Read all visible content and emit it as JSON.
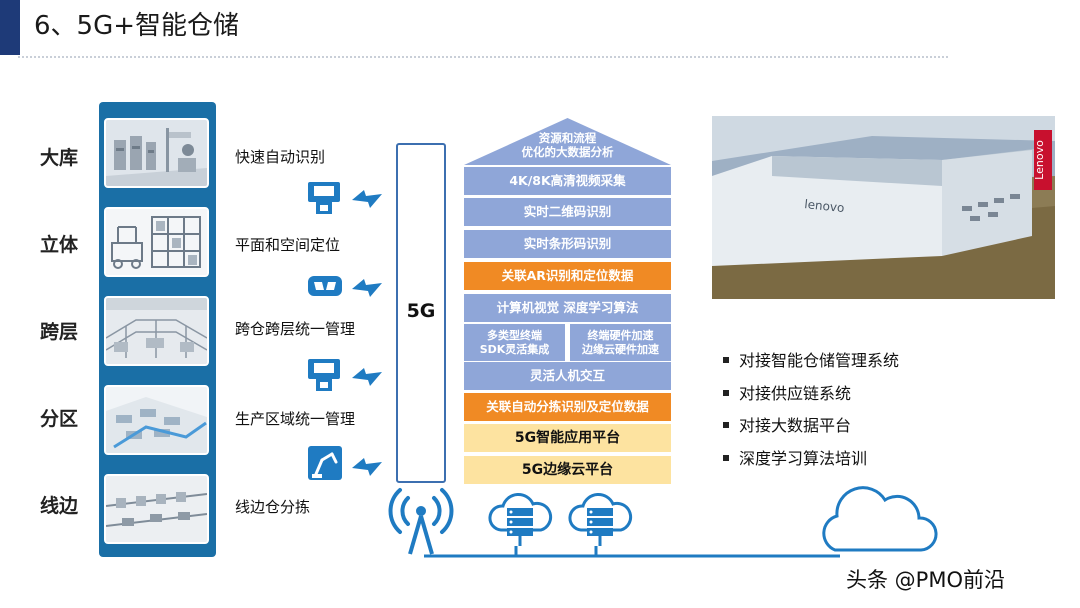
{
  "header": {
    "title": "6、5G+智能仓储"
  },
  "left_labels": [
    "大库",
    "立体",
    "跨层",
    "分区",
    "线边"
  ],
  "functions": [
    "快速自动识别",
    "平面和空间定位",
    "跨仓跨层统一管理",
    "生产区域统一管理",
    "线边仓分拣"
  ],
  "network": {
    "label": "5G"
  },
  "stack": {
    "roof": [
      "资源和流程",
      "优化的大数据分析"
    ],
    "layers": [
      "4K/8K高清视频采集",
      "实时二维码识别",
      "实时条形码识别",
      "关联AR识别和定位数据",
      "计算机视觉 深度学习算法"
    ],
    "split_left": [
      "多类型终端",
      "SDK灵活集成"
    ],
    "split_right": [
      "终端硬件加速",
      "边缘云硬件加速"
    ],
    "layers_lower": [
      "灵活人机交互",
      "关联自动分拣识别及定位数据",
      "5G智能应用平台",
      "5G边缘云平台"
    ]
  },
  "bullets": [
    "对接智能仓储管理系统",
    "对接供应链系统",
    "对接大数据平台",
    "深度学习算法培训"
  ],
  "photo": {
    "sign_text": "Lenovo",
    "wall_text": "lenovo"
  },
  "watermark": "头条 @PMO前沿",
  "colors": {
    "accent_blue": "#1a6fa6",
    "stack_blue": "#8fa6d8",
    "stack_orange": "#f08a24",
    "stack_yellow": "#fde3a0",
    "icon_blue": "#1f7bc2"
  },
  "icons": [
    "scanner-icon",
    "vr-goggles-icon",
    "scanner-icon",
    "robot-arm-icon",
    "antenna-icon",
    "server-cloud-icon",
    "cloud-icon"
  ]
}
